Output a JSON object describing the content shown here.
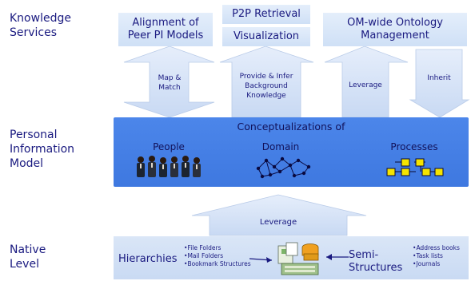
{
  "layers": {
    "knowledge": "Knowledge\nServices",
    "pim": "Personal\nInformation\nModel",
    "native": "Native\nLevel"
  },
  "services": {
    "alignment": "Alignment of\nPeer PI Models",
    "p2p_top": "P2P Retrieval",
    "visualization": "Visualization",
    "ontology": "OM-wide Ontology\nManagement"
  },
  "arrows": {
    "map_match": "Map &\nMatch",
    "provide_infer": "Provide & Infer\nBackground\nKnowledge",
    "leverage_top": "Leverage",
    "inherit": "Inherit",
    "leverage_bottom": "Leverage"
  },
  "pim": {
    "title": "Conceptualizations of",
    "people": "People",
    "domain": "Domain",
    "processes": "Processes"
  },
  "native": {
    "hierarchies": "Hierarchies",
    "hierarchy_items": [
      "File Folders",
      "Mail Folders",
      "Bookmark Structures"
    ],
    "semi": "Semi-\nStructures",
    "semi_items": [
      "Address books",
      "Task lists",
      "Journals"
    ]
  },
  "colors": {
    "pim_band": "#4a84e8",
    "service_box": "#d6e4f7",
    "arrow_fill": "#d9e6f8",
    "text": "#1a1a80",
    "process_box": "#f5e400"
  }
}
